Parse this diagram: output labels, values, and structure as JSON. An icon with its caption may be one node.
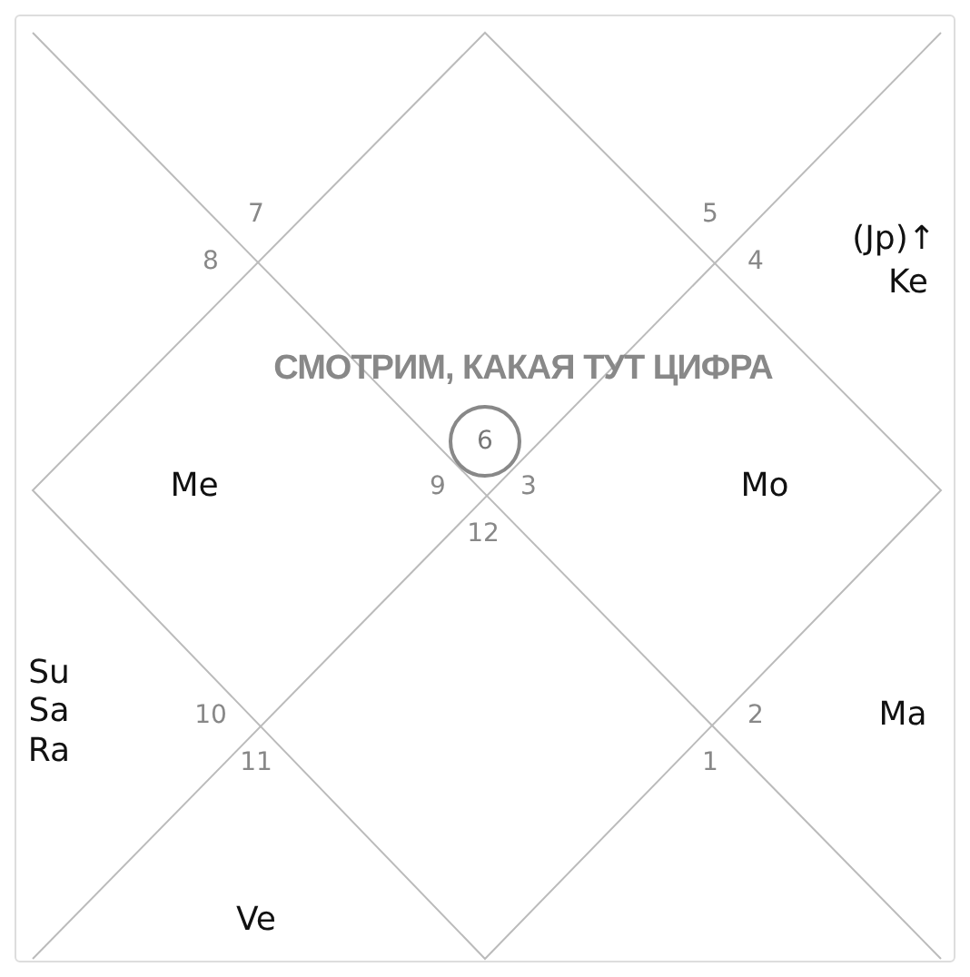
{
  "diagram": {
    "title": "СМОТРИМ, КАКАЯ ТУТ ЦИФРА",
    "nodes": [
      {
        "text": [
          "6"
        ]
      }
    ],
    "labels": [
      "7",
      "5",
      "8",
      "4",
      "(Jp)↑",
      "Ke",
      "Me",
      "9",
      "3",
      "Mo",
      "12",
      "Su",
      "Sa",
      "Ra",
      "10",
      "2",
      "Ma",
      "11",
      "1",
      "Ve"
    ]
  }
}
